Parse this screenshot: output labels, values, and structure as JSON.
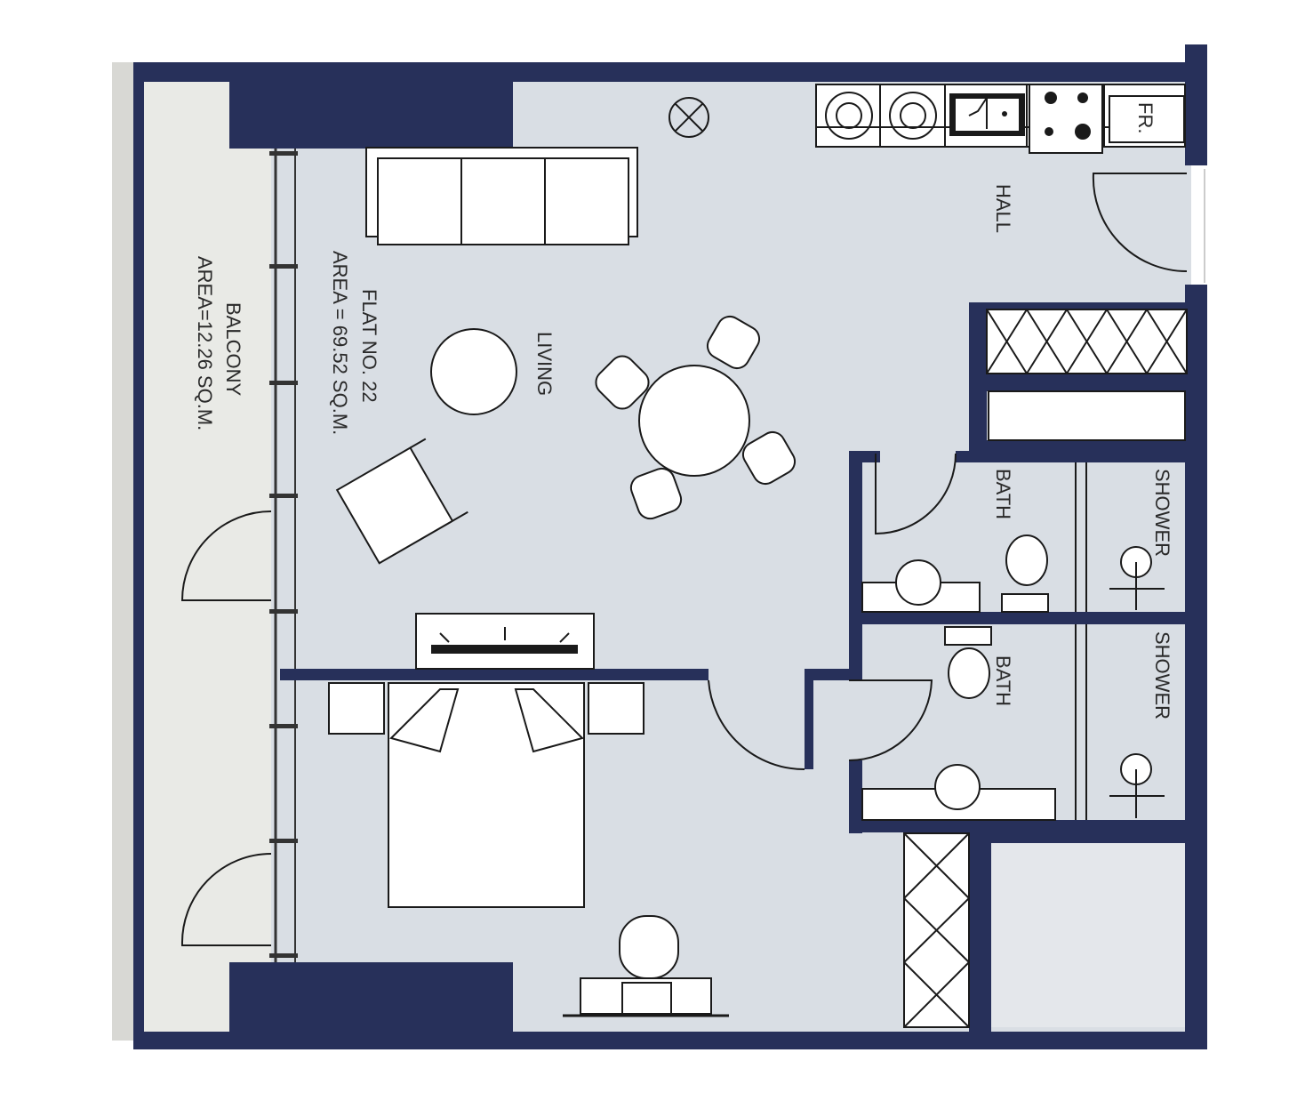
{
  "plan": {
    "flat_label": "FLAT NO. 22",
    "flat_area": "AREA = 69.52 SQ.M.",
    "balcony_label": "BALCONY",
    "balcony_area": "AREA=12.26 SQ.M.",
    "rooms": {
      "living": "LIVING",
      "hall": "HALL",
      "bath_1": "BATH",
      "shower_1": "SHOWER",
      "bath_2": "BATH",
      "shower_2": "SHOWER",
      "fridge": "FR."
    }
  },
  "colors": {
    "wall": "#27305a",
    "floor": "#d9dee4",
    "balcony": "#e9eae6"
  }
}
